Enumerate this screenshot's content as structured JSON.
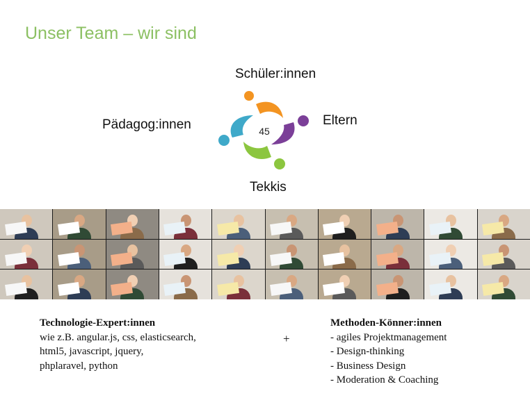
{
  "slide": {
    "title": "Unser Team – wir sind",
    "roles": {
      "top": "Schüler:innen",
      "left": "Pädagog:innen",
      "right": "Eltern",
      "bottom": "Tekkis"
    },
    "logo_text": "45",
    "tech": {
      "heading": "Technologie-Expert:innen",
      "lines": [
        "wie z.B. angular.js, css, elasticsearch,",
        "html5, javascript, jquery,",
        "phplaravel, python"
      ]
    },
    "plus": "+",
    "methods": {
      "heading": "Methoden-Könner:innen",
      "lines": [
        "- agiles Projektmanagement",
        "- Design-thinking",
        "- Business Design",
        "- Moderation & Coaching"
      ]
    }
  },
  "colors": {
    "title": "#8cc063",
    "logo_orange": "#f39422",
    "logo_purple": "#7b3f98",
    "logo_green": "#8cc63f",
    "logo_blue": "#3fa9c9"
  }
}
